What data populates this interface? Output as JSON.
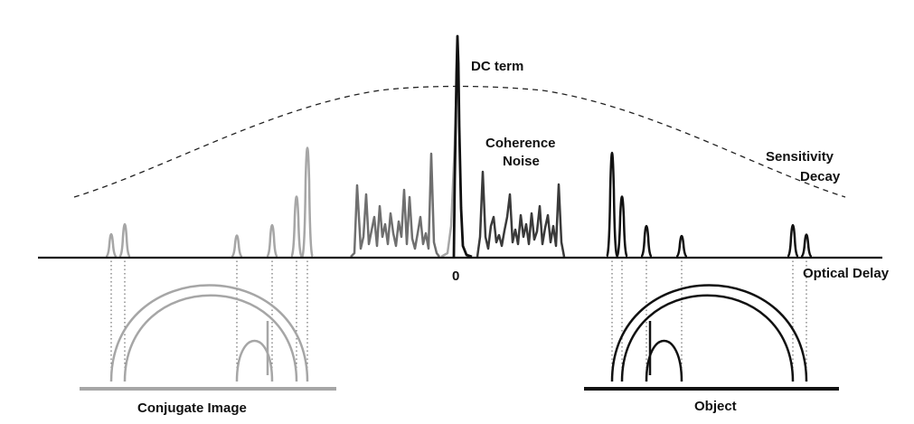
{
  "labels": {
    "dc_term": "DC term",
    "coherence_noise_line1": "Coherence",
    "coherence_noise_line2": "Noise",
    "sensitivity_decay_line1": "Sensitivity",
    "sensitivity_decay_line2": "Decay",
    "zero": "0",
    "optical_delay": "Optical Delay",
    "conjugate_image": "Conjugate Image",
    "object": "Object"
  },
  "colors": {
    "object": "#111111",
    "conjugate": "#a6a6a6",
    "noise_left": "#6f6f6f",
    "noise_right": "#3a3a3a",
    "axis": "#111111",
    "envelope": "#222222"
  }
}
